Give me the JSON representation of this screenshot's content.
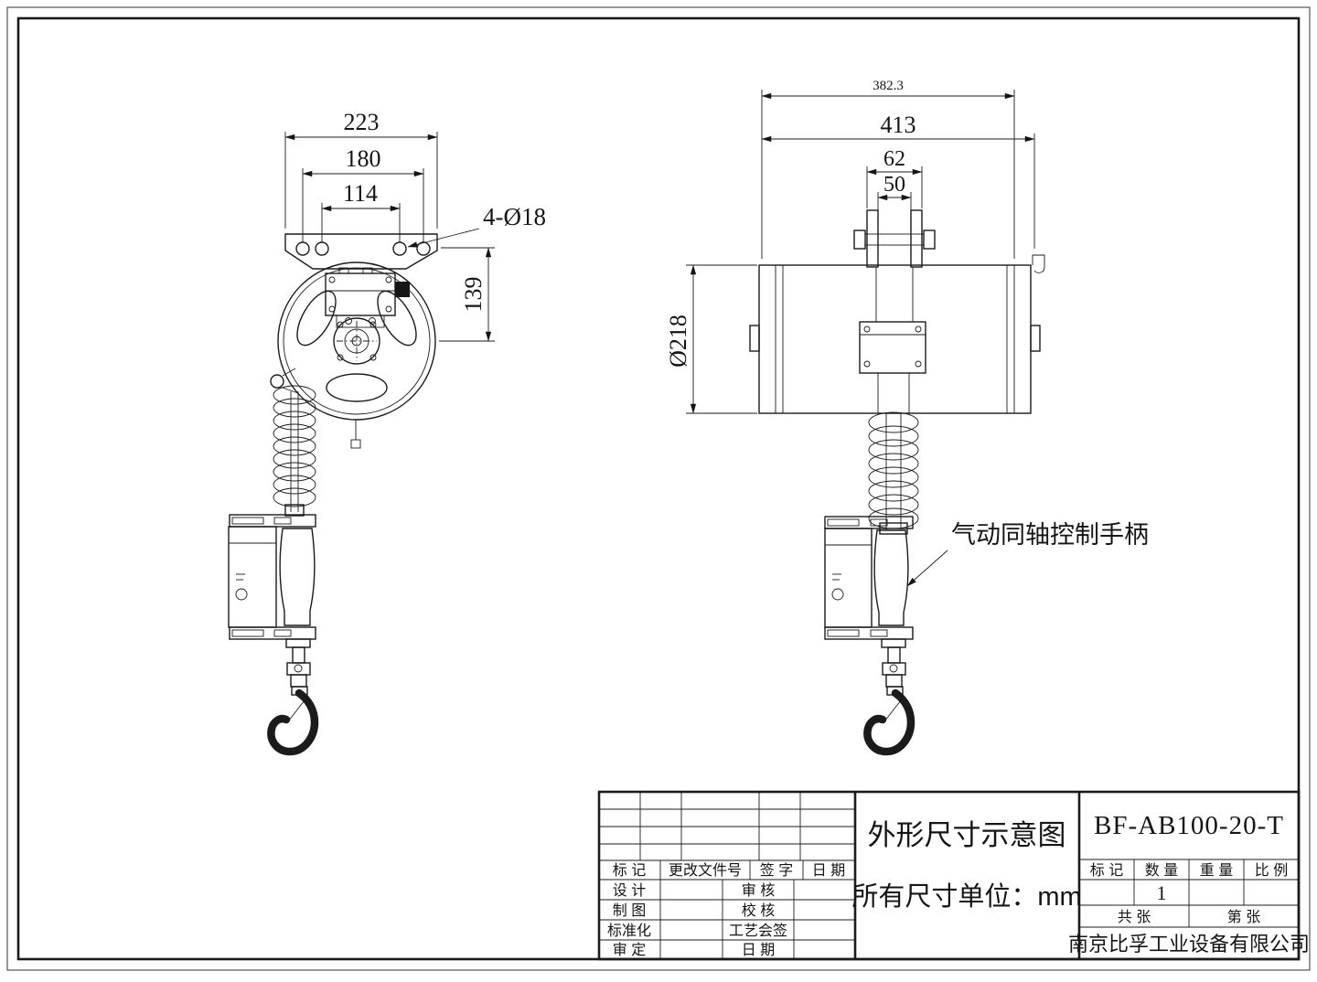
{
  "front_view": {
    "dim_overall_width": "223",
    "dim_hole_span_outer": "180",
    "dim_hole_span_inner": "114",
    "hole_callout": "4-Ø18",
    "dim_center_height": "139"
  },
  "side_view": {
    "dim_overall": "382.3",
    "dim_body_length": "413",
    "dim_clevis_outer": "62",
    "dim_clevis_inner": "50",
    "dim_body_diameter": "Ø218",
    "handle_callout": "气动同轴控制手柄"
  },
  "title_block": {
    "revision_header": {
      "mark": "标 记",
      "change_doc_no": "更改文件号",
      "signature": "签 字",
      "date": "日 期"
    },
    "roles": {
      "design": "设 计",
      "review": "审 核",
      "draft": "制 图",
      "check": "校 核",
      "standardization": "标准化",
      "process_signoff": "工艺会签",
      "approve": "审 定",
      "date": "日 期"
    },
    "drawing_title": "外形尺寸示意图",
    "units_note": "所有尺寸单位：mm",
    "part_number": "BF-AB100-20-T",
    "spec_header": {
      "mark": "标 记",
      "quantity": "数 量",
      "weight": "重 量",
      "scale": "比 例"
    },
    "quantity_value": "1",
    "sheet_total": "共 张",
    "sheet_number": "第 张",
    "company": "南京比孚工业设备有限公司"
  }
}
